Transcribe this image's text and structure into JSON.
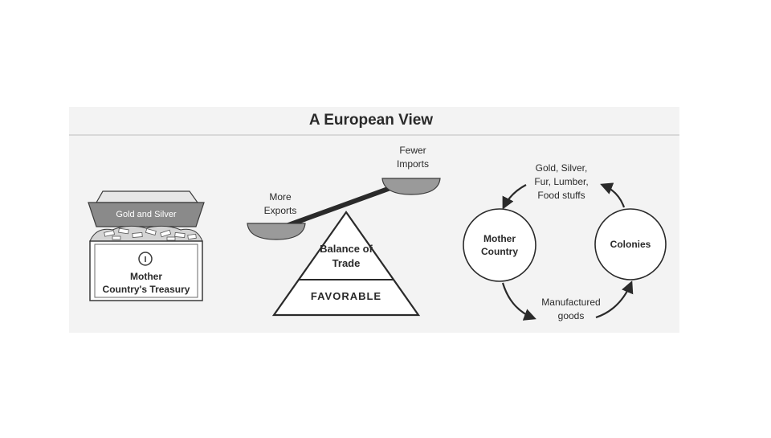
{
  "title": "A European View",
  "treasury": {
    "lid_label": "Gold and Silver",
    "badge": "I",
    "label_line1": "Mother",
    "label_line2": "Country's Treasury"
  },
  "balance": {
    "left_pan_line1": "More",
    "left_pan_line2": "Exports",
    "right_pan_line1": "Fewer",
    "right_pan_line2": "Imports",
    "label_line1": "Balance of",
    "label_line2": "Trade",
    "status": "FAVORABLE"
  },
  "cycle": {
    "node_left_line1": "Mother",
    "node_left_line2": "Country",
    "node_right": "Colonies",
    "top_flow": [
      "Gold, Silver,",
      "Fur, Lumber,",
      "Food stuffs"
    ],
    "bottom_flow": [
      "Manufactured",
      "goods"
    ]
  },
  "colors": {
    "panel_background": "#f3f3f3",
    "outline": "#3a3a3a",
    "lid_fill": "#8a8a8a",
    "pan_fill": "#9a9a9a",
    "text": "#2a2a2a"
  },
  "icons": {
    "arrow": "curved-arrow-icon",
    "coin": "coin-icon"
  }
}
